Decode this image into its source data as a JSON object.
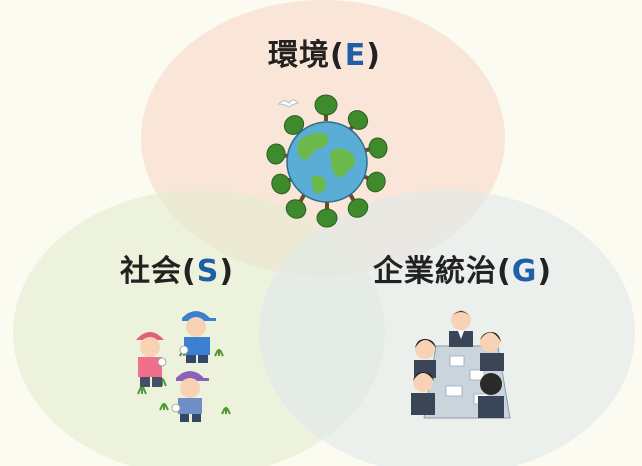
{
  "labels": {
    "environment": {
      "text": "環境",
      "open": "(",
      "letter": "E",
      "close": ")"
    },
    "social": {
      "text": "社会",
      "open": "(",
      "letter": "S",
      "close": ")"
    },
    "governance": {
      "text": "企業統治",
      "open": "(",
      "letter": "G",
      "close": ")"
    }
  },
  "colors": {
    "background": "#fbfbf1",
    "environment_circle": "#f7d8c8",
    "social_circle": "#e4ecd0",
    "governance_circle": "#e1e8ea",
    "letter_accent": "#1f5fa8"
  },
  "icons": [
    "earth-with-trees-icon",
    "volunteers-cleaning-icon",
    "business-meeting-icon"
  ]
}
